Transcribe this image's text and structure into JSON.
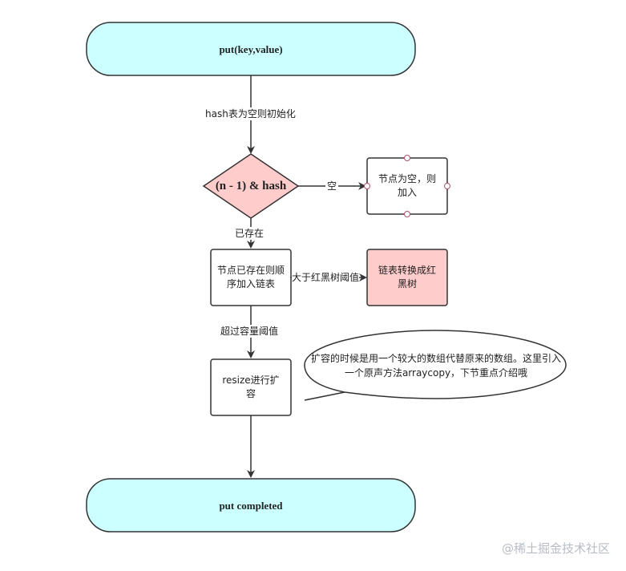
{
  "nodes": {
    "start": "put(key,value)",
    "decision": "(n - 1) & hash",
    "empty_node": "节点为空，则加入",
    "exists_node": "节点已存在则顺序加入链表",
    "treeify_node": "链表转换成红黑树",
    "resize_node": "resize进行扩容",
    "end": "put completed"
  },
  "edges": {
    "init": "hash表为空则初始化",
    "empty": "空",
    "exists": "已存在",
    "threshold_tree": "大于红黑树阈值",
    "threshold_capacity": "超过容量阈值"
  },
  "callout": "扩容的时候是用一个较大的数组代替原来的数组。这里引入一个原声方法arraycopy，下节重点介绍哦",
  "watermark": "@稀土掘金技术社区",
  "colors": {
    "terminal_fill": "#ccffff",
    "decision_fill": "#ffcccc",
    "stroke": "#333333"
  }
}
